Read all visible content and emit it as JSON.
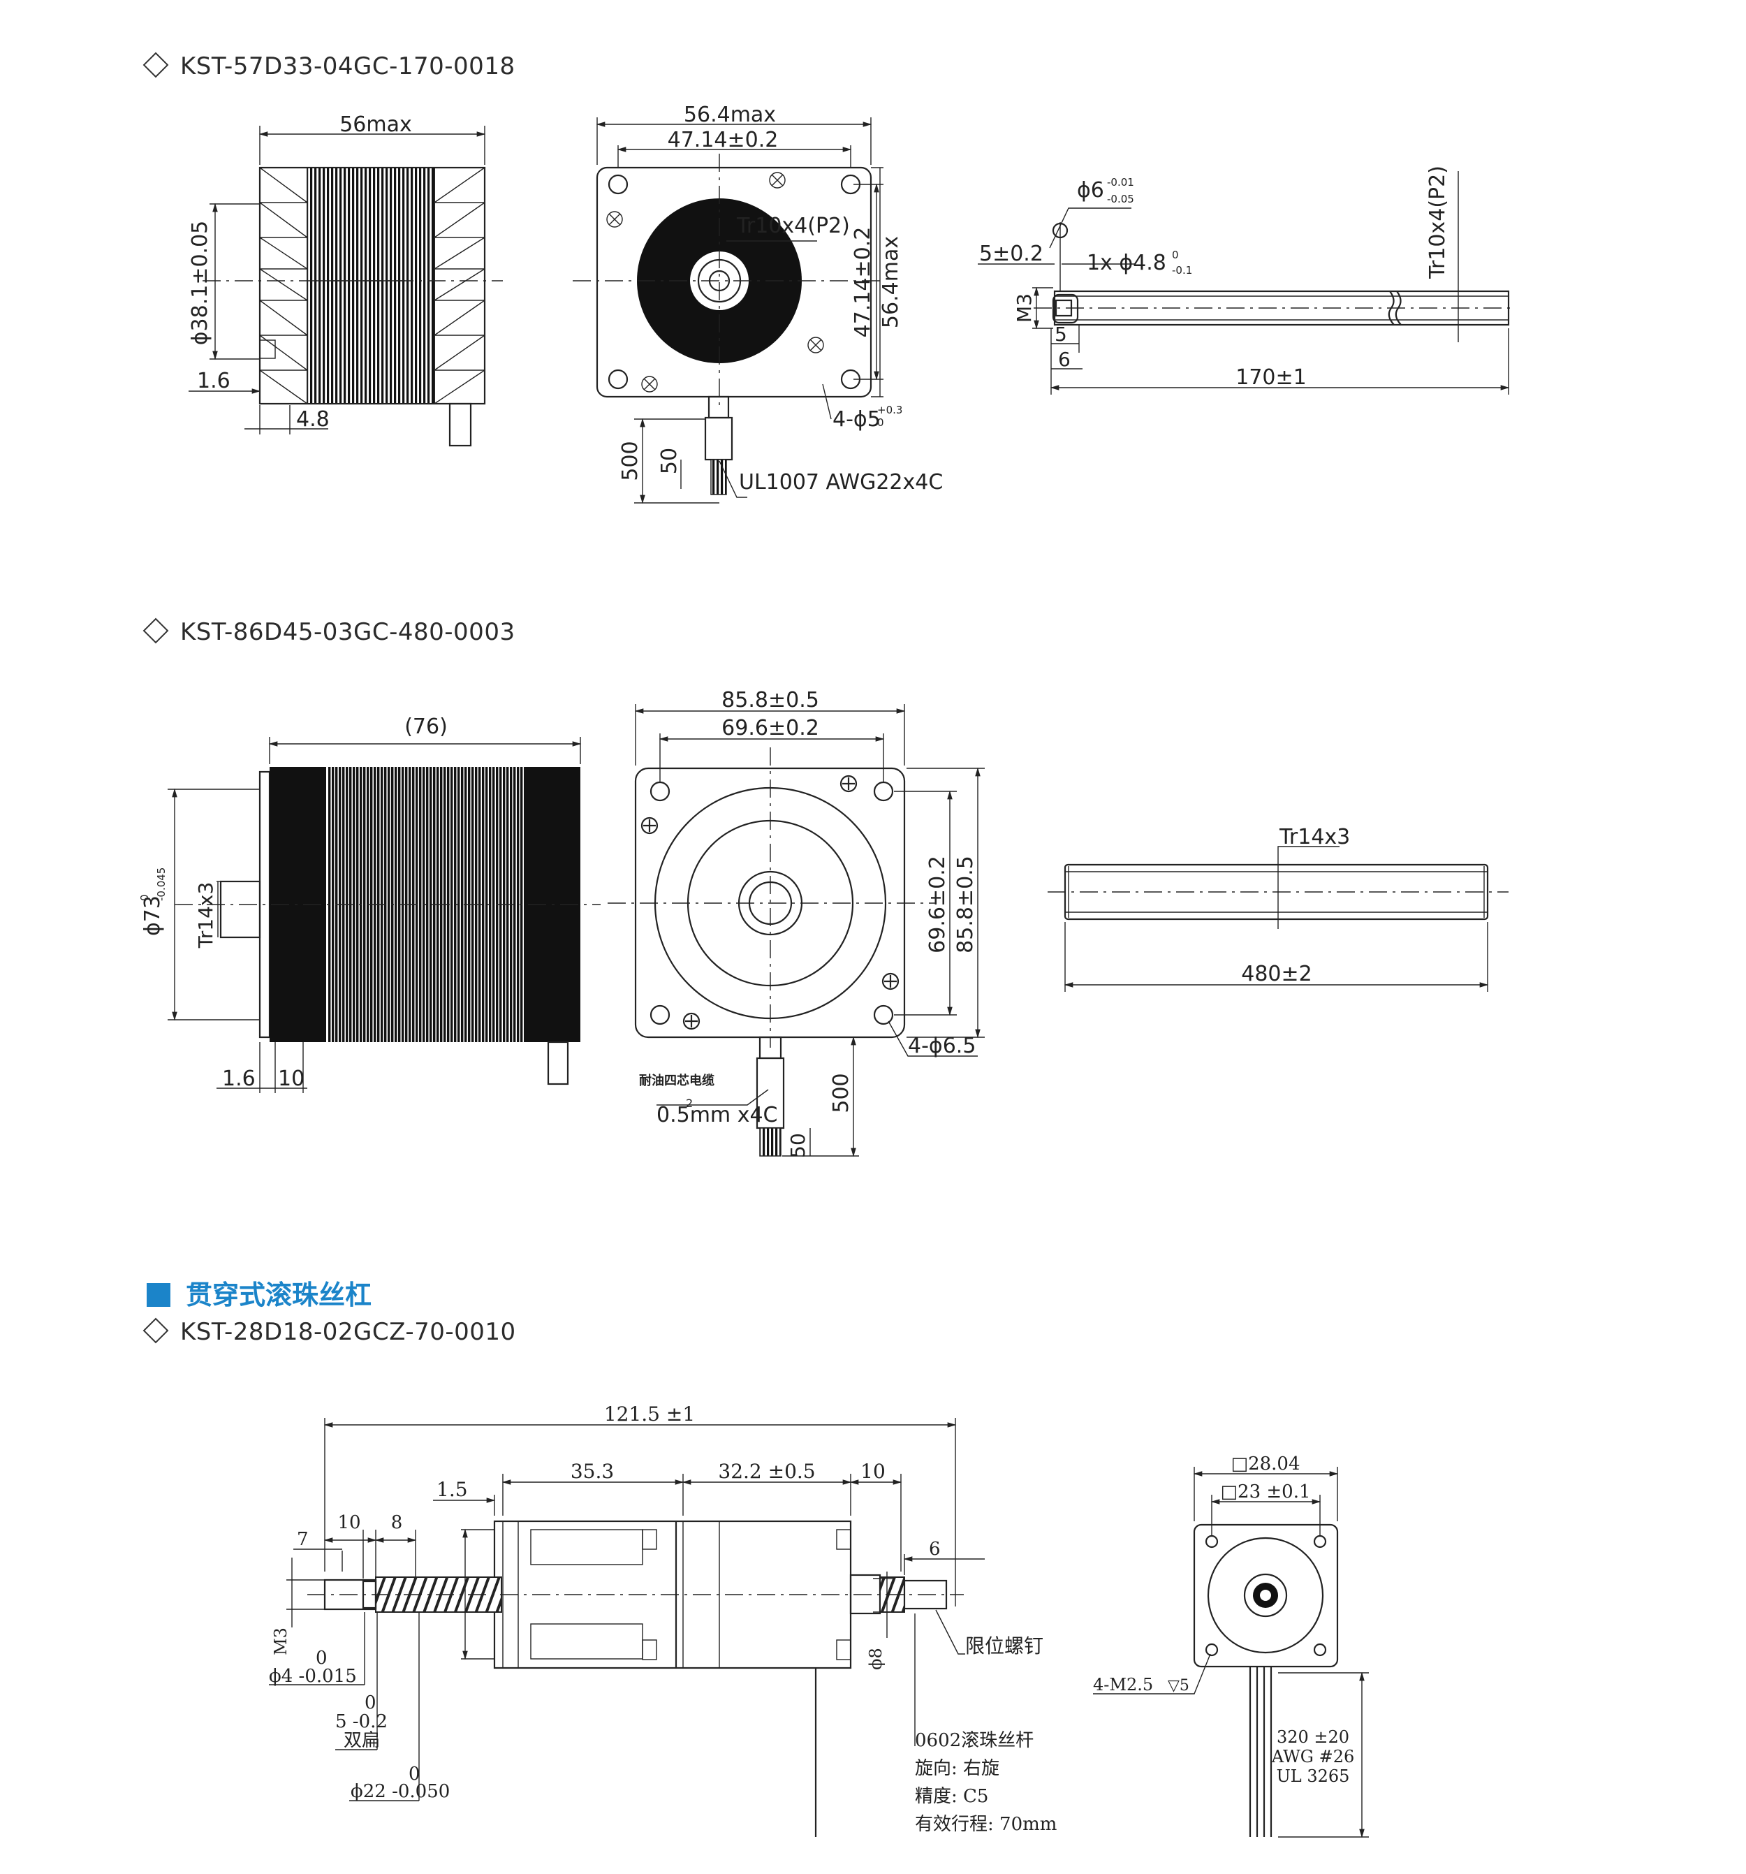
{
  "sections": [
    {
      "model": "KST-57D33-04GC-170-0018"
    },
    {
      "model": "KST-86D45-03GC-480-0003"
    },
    {
      "model": "KST-28D18-02GCZ-70-0010"
    }
  ],
  "category_header": "贯穿式滚珠丝杠",
  "d1": {
    "side_top": "56max",
    "side_dia": "ϕ38.1±0.05",
    "side_16": "1.6",
    "side_48": "4.8",
    "front_top1": "56.4max",
    "front_top2": "47.14±0.2",
    "front_right1": "47.14±0.2",
    "front_right2": "56.4max",
    "front_thread": "Tr10x4(P2)",
    "front_holes": "4-ϕ5",
    "front_holes_tol": "+0.3",
    "front_holes_tol2": "0",
    "front_500": "500",
    "front_50": "50",
    "front_wire": "UL1007  AWG22x4C",
    "shaft_tip": "ϕ6",
    "shaft_tip_tol1": "-0.01",
    "shaft_tip_tol2": "-0.05",
    "shaft_52": "5±0.2",
    "shaft_chamfer": "1x  ϕ4.8",
    "shaft_chamfer_tol1": "0",
    "shaft_chamfer_tol2": "-0.1",
    "shaft_m3": "M3",
    "shaft_5": "5",
    "shaft_6": "6",
    "shaft_len": "170±1",
    "shaft_thread": "Tr10x4(P2)"
  },
  "d2": {
    "side_top": "(76)",
    "side_dia": "ϕ73",
    "side_dia_tol1": "0",
    "side_dia_tol2": "-0.045",
    "side_thread": "Tr14x3",
    "side_16": "1.6",
    "side_10": "10",
    "front_top1": "85.8±0.5",
    "front_top2": "69.6±0.2",
    "front_right1": "69.6±0.2",
    "front_right2": "85.8±0.5",
    "front_holes": "4-ϕ6.5",
    "front_cable_cn": "耐油四芯电缆",
    "front_cable": "0.5mm x4C",
    "front_cable_sup": "2",
    "front_500": "500",
    "front_50": "50",
    "shaft_thread": "Tr14x3",
    "shaft_len": "480±2"
  },
  "d3": {
    "total": "121.5  ±1",
    "d_353": "35.3",
    "d_322": "32.2  ±0.5",
    "d_10a": "10",
    "d_15": "1.5",
    "d_7": "7",
    "d_10b": "10",
    "d_8": "8",
    "d_6": "6",
    "m3": "M3",
    "phi4_0": "0",
    "phi4": "ϕ4  -0.015",
    "five_0": "0",
    "five": "5  -0.2",
    "double_flat": "双扁",
    "phi22_0": "0",
    "phi22": "ϕ22  -0.050",
    "phi8": "ϕ8",
    "limit_screw": "限位螺钉",
    "spec1": "0602滚珠丝杆",
    "spec2": "旋向: 右旋",
    "spec3": "精度: C5",
    "spec4": "有效行程: 70mm",
    "front_top1": "□28.04",
    "front_top2": "□23  ±0.1",
    "front_holes": "4-M2.5",
    "front_depth": "▽5",
    "wire1": "320  ±20",
    "wire2": "AWG  #26",
    "wire3": "UL  3265"
  }
}
